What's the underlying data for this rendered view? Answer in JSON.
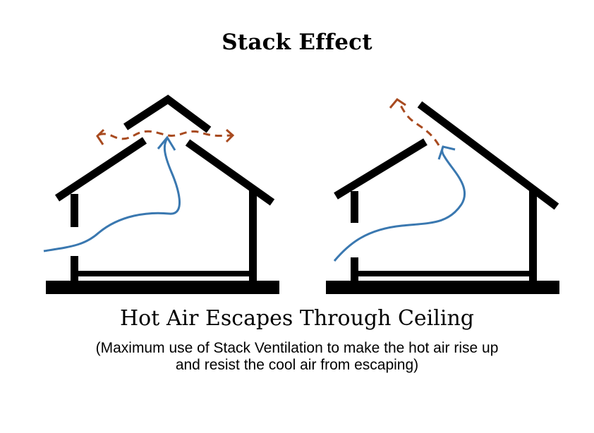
{
  "title": "Stack Effect",
  "heading": "Hot Air Escapes Through Ceiling",
  "caption": {
    "line1": "(Maximum use of Stack Ventilation to make the hot air rise up",
    "line2": "and resist the cool air from escaping)"
  },
  "colors": {
    "structure": "#000000",
    "cool_air": "#3a78b0",
    "hot_air": "#a84a1f",
    "background": "#ffffff"
  },
  "diagrams": [
    {
      "roof": "gable roof with raised ridge vent"
    },
    {
      "roof": "split-level roof with clerestory gap"
    }
  ]
}
